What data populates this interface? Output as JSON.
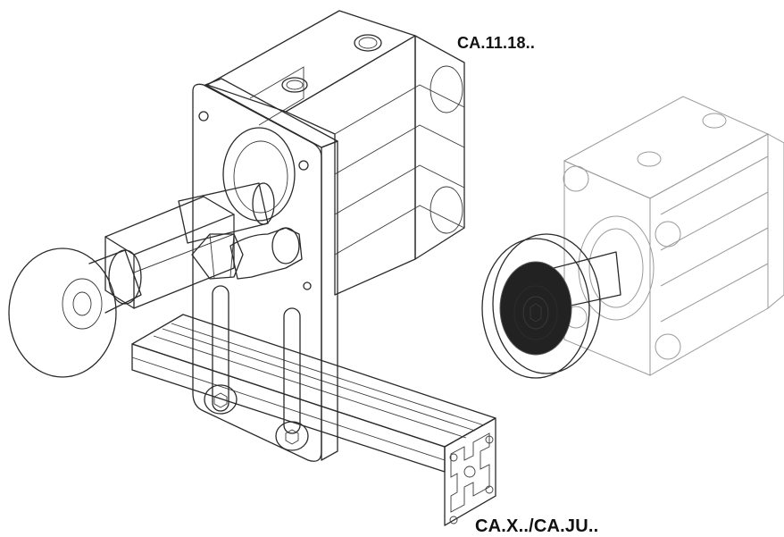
{
  "labels": {
    "top_right": "CA.11.18..",
    "bottom": "CA.X../CA.JU.."
  },
  "colors": {
    "background": "#ffffff",
    "outline": "#2a2a2a",
    "plate_fill": "#dcd8d2",
    "plate_edge_accent": "#8e8fd8",
    "hex_body_accent": "#b7b9ee",
    "screw_heads": "#a9b4e8",
    "pad_rubber": "#1a1a1a",
    "pad_ring": "#9b9b9b"
  },
  "icons": [
    "pneumatic-cylinder-assembly",
    "mounting-plate",
    "suction-cup",
    "elbow-fitting",
    "aluminium-profile",
    "cylinder-with-pad"
  ]
}
